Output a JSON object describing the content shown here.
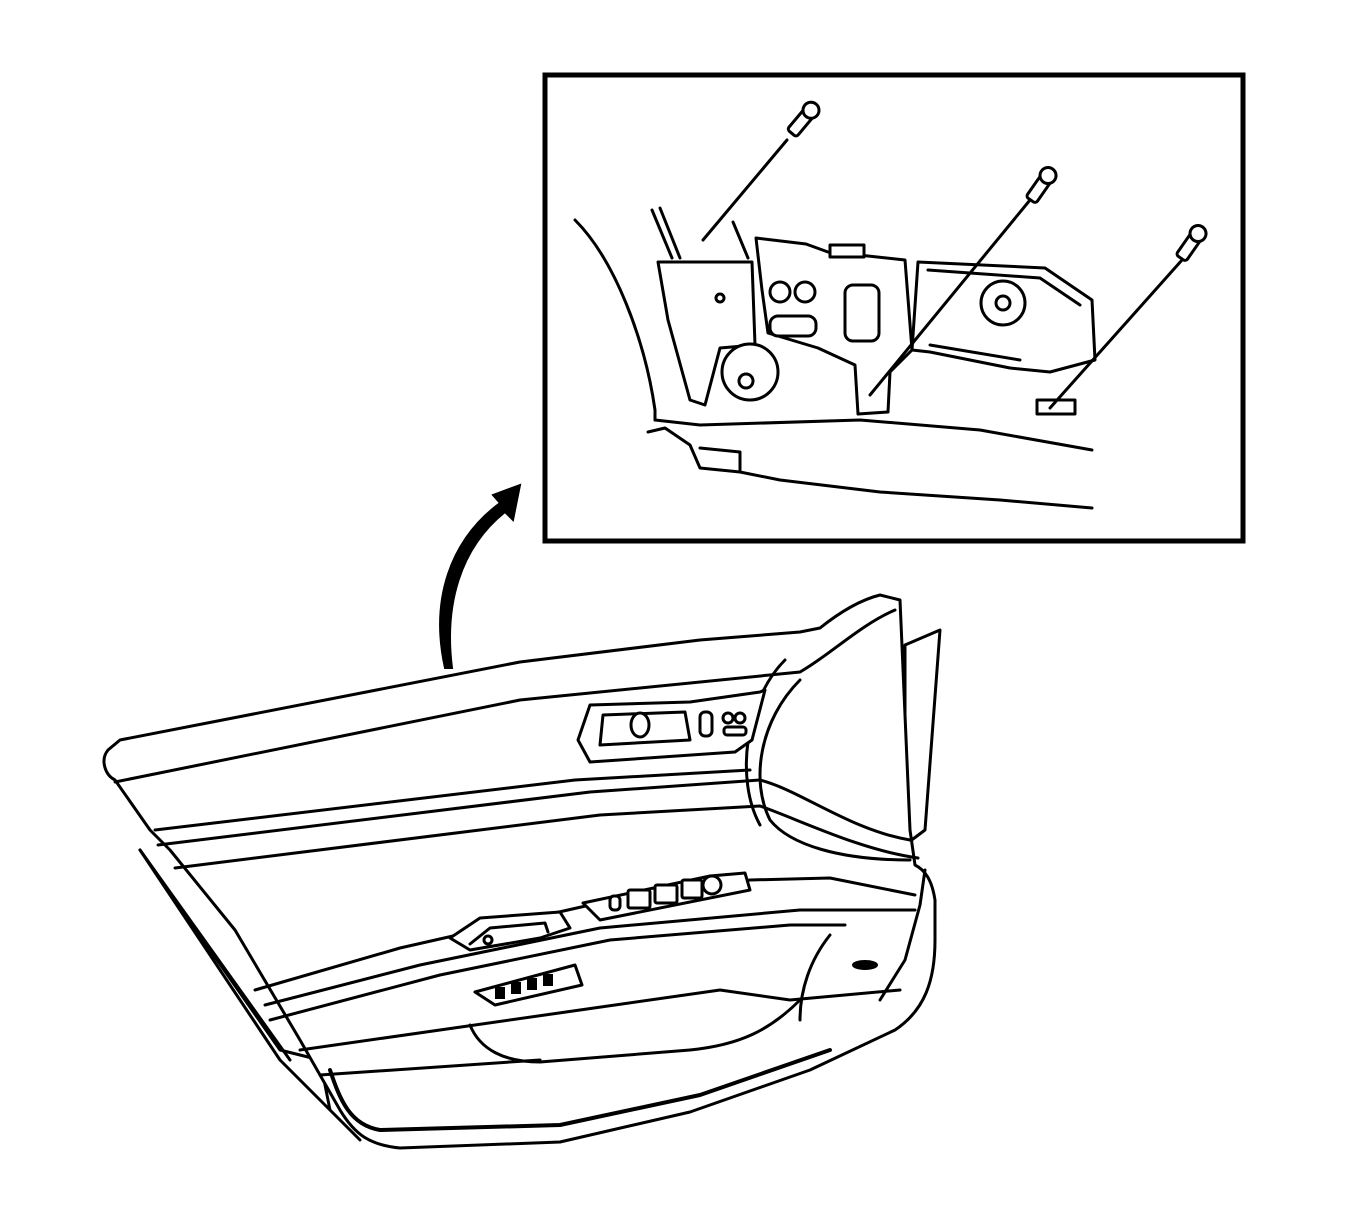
{
  "figure": {
    "type": "service-illustration",
    "colors": {
      "line": "#000000",
      "background": "#ffffff"
    },
    "components": [
      {
        "id": "detail-inset",
        "icon": "rectangle-frame"
      },
      {
        "id": "callout-arrow",
        "icon": "curved-arrow"
      },
      {
        "id": "door-trim-panel",
        "icon": "door-panel"
      },
      {
        "id": "bracket-screws",
        "icon": "screw-icon",
        "count": 3
      }
    ]
  }
}
